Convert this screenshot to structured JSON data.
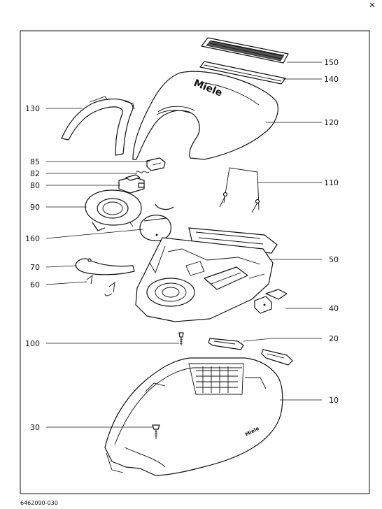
{
  "brand": "Miele",
  "footer_code": "6462090-030",
  "callouts": {
    "c150": "150",
    "c140": "140",
    "c130": "130",
    "c120": "120",
    "c85": "85",
    "c82": "82",
    "c80": "80",
    "c110": "110",
    "c90": "90",
    "c160": "160",
    "c50": "50",
    "c70": "70",
    "c60": "60",
    "c40": "40",
    "c100": "100",
    "c20": "20",
    "c10": "10",
    "c30": "30"
  }
}
